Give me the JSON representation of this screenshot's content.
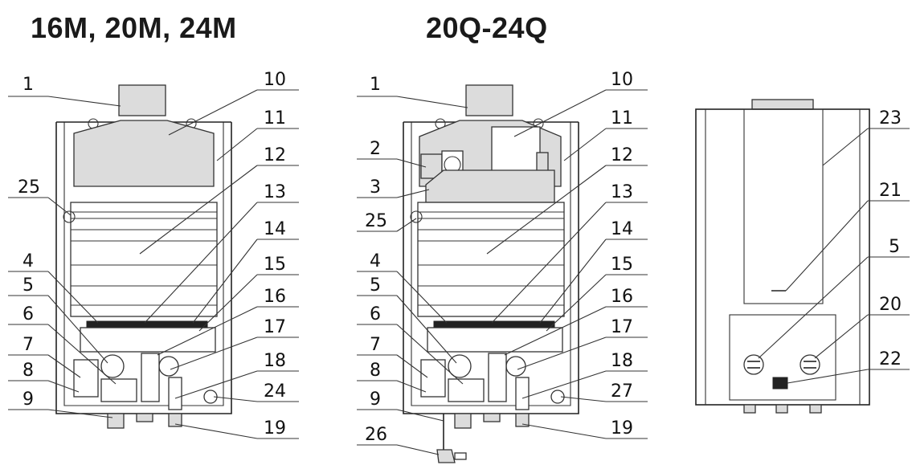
{
  "titles": {
    "left": "16M, 20M, 24M",
    "right": "20Q-24Q"
  },
  "unit1": {
    "callouts": [
      "1",
      "25",
      "4",
      "5",
      "6",
      "7",
      "8",
      "9",
      "10",
      "11",
      "12",
      "13",
      "14",
      "15",
      "16",
      "17",
      "18",
      "24",
      "19"
    ]
  },
  "unit2": {
    "callouts": [
      "1",
      "2",
      "3",
      "25",
      "4",
      "5",
      "6",
      "7",
      "8",
      "9",
      "26",
      "10",
      "11",
      "12",
      "13",
      "14",
      "15",
      "16",
      "17",
      "18",
      "27",
      "19"
    ]
  },
  "unit3": {
    "callouts": [
      "23",
      "21",
      "5",
      "20",
      "22"
    ]
  }
}
